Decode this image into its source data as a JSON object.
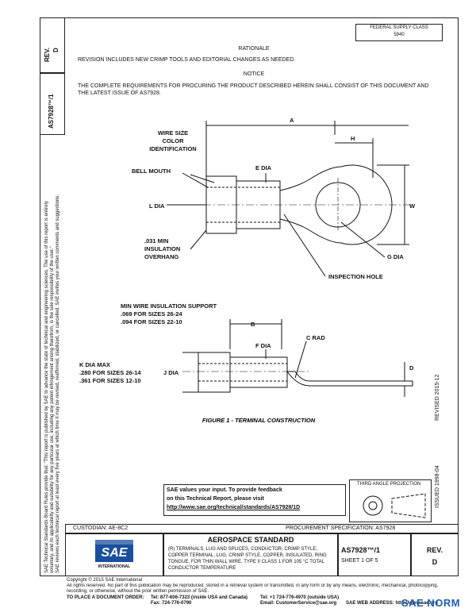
{
  "header": {
    "federal_supply_class": "FEDERAL SUPPLY CLASS",
    "fsc_number": "5940",
    "rev_label": "REV.",
    "rev_value": "D",
    "doc_number": "AS7928™/1"
  },
  "left_margin": {
    "line1": "SAE Technical Standards Board Rules provide that: \"This report is published by SAE to advance the state of technical and engineering sciences. The use of this report is entirely",
    "line2": "voluntary, and its applicability and suitability for any particular use, including any patent infringement arising therefrom, is the sole responsibility of the user.\"",
    "line3": "SAE reviews each technical report at least every five years at which time it may be revised, reaffirmed, stabilized, or cancelled. SAE invites your written comments and suggestions."
  },
  "body": {
    "rationale_title": "RATIONALE",
    "rationale_text": "REVISION INCLUDES NEW CRIMP TOOLS AND EDITORIAL CHANGES AS NEEDED.",
    "notice_title": "NOTICE",
    "notice_text": "THE COMPLETE REQUIREMENTS FOR PROCURING THE PRODUCT DESCRIBED HEREIN SHALL CONSIST OF THIS DOCUMENT AND THE LATEST ISSUE OF AS7928."
  },
  "figure": {
    "labels": {
      "a": "A",
      "h": "H",
      "wire_size_1": "WIRE SIZE",
      "wire_size_2": "COLOR",
      "wire_size_3": "IDENTIFICATION",
      "bell_mouth": "BELL MOUTH",
      "e_dia": "E DIA",
      "l_dia": "L DIA",
      "w": "W",
      "ins_1": ".031 MIN",
      "ins_2": "INSULATION",
      "ins_3": "OVERHANG",
      "g_dia": "G DIA",
      "inspection_hole": "INSPECTION HOLE",
      "min_support": "MIN WIRE INSULATION SUPPORT",
      "support_1": ".069 FOR SIZES 26-24",
      "support_2": ".094 FOR SIZES 22-10",
      "b": "B",
      "c_rad": "C RAD",
      "f_dia": "F DIA",
      "k_dia": "K DIA MAX",
      "k_1": ".280 FOR SIZES 26-14",
      "k_2": ".361 FOR SIZES 12-10",
      "j_dia": "J DIA",
      "d": "D"
    },
    "caption": "FIGURE 1 - TERMINAL CONSTRUCTION"
  },
  "right_margin": {
    "revised": "REVISED 2015-12",
    "issued": "ISSUED 1998-04"
  },
  "projection": {
    "label": "THIRD ANGLE PROJECTION"
  },
  "feedback": {
    "line1": "SAE values your input. To provide feedback",
    "line2": "on this Technical Report, please visit",
    "link": "http://www.sae.org/technical/standards/AS7928/1D"
  },
  "custodian": "CUSTODIAN: AE-8C2",
  "procurement_spec": "PROCUREMENT SPECIFICATION: AS7928",
  "title_block": {
    "standard_title": "AEROSPACE STANDARD",
    "description": "(R) TERMINALS, LUG AND SPLICES, CONDUCTOR, CRIMP STYLE, COPPER TERMINAL, LUG, CRIMP STYLE, COPPER, INSULATED, RING TONGUE, FOR THIN WALL WIRE, TYPE II CLASS 1 FOR 105 °C TOTAL CONDUCTOR TEMPERATURE",
    "doc_number": "AS7928™/1",
    "sheet": "SHEET 1 OF 5",
    "rev_label": "REV.",
    "rev_value": "D",
    "logo_text": "SAE",
    "logo_sub": "INTERNATIONAL"
  },
  "footer": {
    "copyright": "Copyright © 2015 SAE International",
    "rights": "All rights reserved. No part of this publication may be reproduced, stored in a retrieval system or transmitted, in any form or by any means, electronic, mechanical, photocopying,",
    "rights2": "recording, or otherwise, without the prior written permission of SAE.",
    "order_label": "TO PLACE A DOCUMENT ORDER:",
    "tel1": "Tel: 877-606-7323 (inside USA and Canada)",
    "tel2": "Tel: +1 724-776-4970 (outside USA)",
    "fax": "Fax: 724-776-0790",
    "email": "Email: CustomerService@sae.org",
    "web": "SAE WEB ADDRESS: http://www.sae.org",
    "watermark": "SAE NORM"
  }
}
